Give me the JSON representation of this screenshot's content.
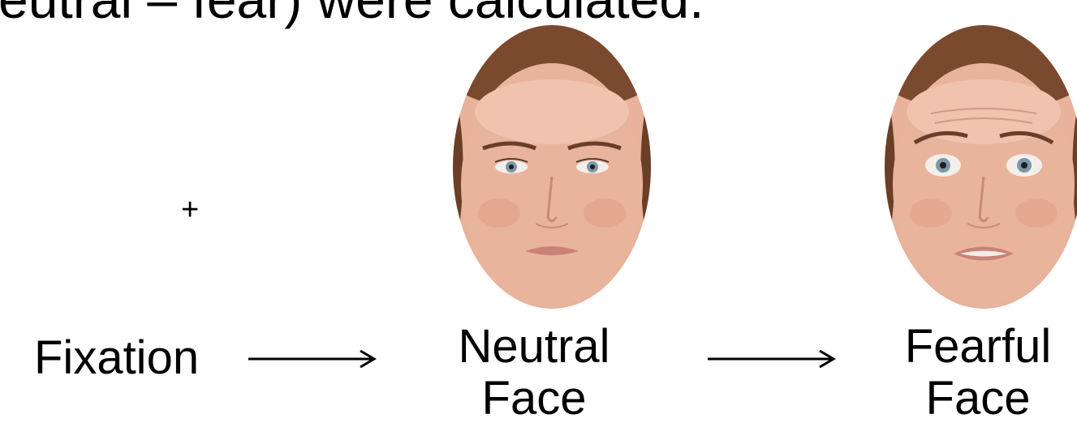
{
  "header": {
    "text": "eutral – fear) were calculated."
  },
  "sequence": {
    "fixation": {
      "symbol": "+",
      "label": "Fixation"
    },
    "neutral": {
      "label_line1": "Neutral",
      "label_line2": "Face",
      "expression": "neutral"
    },
    "fearful": {
      "label_line1": "Fearful",
      "label_line2": "Face",
      "expression": "fearful"
    },
    "arrow_icon": "long-right-arrow"
  },
  "colors": {
    "skin": "#e8b29b",
    "skin_shadow": "#d6977f",
    "hair": "#7a4a2e",
    "iris": "#7b98a8",
    "lip": "#c98276",
    "text": "#000000",
    "background": "#ffffff"
  }
}
